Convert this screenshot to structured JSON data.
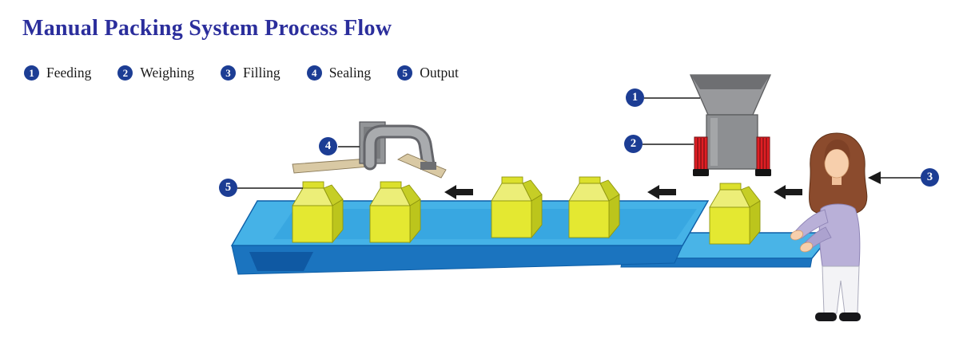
{
  "title": "Manual Packing System Process Flow",
  "legend": {
    "items": [
      {
        "num": "1",
        "label": "Feeding"
      },
      {
        "num": "2",
        "label": "Weighing"
      },
      {
        "num": "3",
        "label": "Filling"
      },
      {
        "num": "4",
        "label": "Sealing"
      },
      {
        "num": "5",
        "label": "Output"
      }
    ]
  },
  "diagram": {
    "callouts": [
      {
        "num": "1",
        "target": "feeding-hopper"
      },
      {
        "num": "2",
        "target": "weighing-heads"
      },
      {
        "num": "3",
        "target": "operator-filling"
      },
      {
        "num": "4",
        "target": "sealing-machine"
      },
      {
        "num": "5",
        "target": "output-package"
      }
    ],
    "flow_direction": "right-to-left"
  },
  "colors": {
    "title_text": "#2B2E9C",
    "step_badge": "#1C3D94",
    "label_text": "#1A1A1A",
    "conveyor_top": "#45B2E7",
    "conveyor_front": "#1B74BF",
    "package_yellow": "#E4E831",
    "machine_gray": "#8D8F92",
    "weigher_red": "#E01E24",
    "sealing_bar_tan": "#D9C9A4",
    "operator_shirt": "#B9B0D8",
    "operator_hair": "#8B4B2D",
    "arrow_black": "#1A1A1A"
  }
}
